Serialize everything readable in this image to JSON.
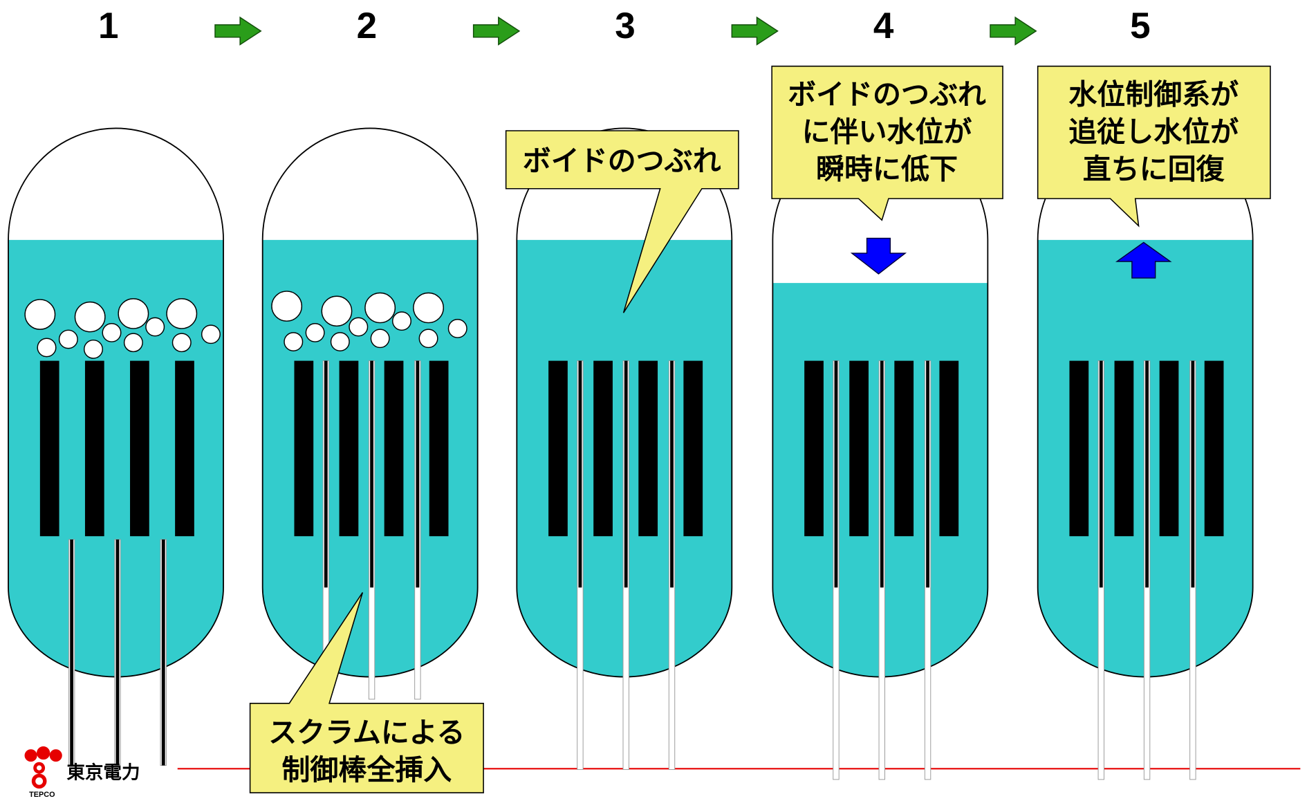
{
  "colors": {
    "water": "#33CCCC",
    "callout": "#F5F080",
    "step_arrow": "#2A9D1A",
    "level_arrow": "#0000FF",
    "baseline": "#E60000",
    "logo": "#E60000"
  },
  "icons": {
    "step_arrow": "right-arrow-icon",
    "level_down": "down-arrow-icon",
    "level_up": "up-arrow-icon"
  },
  "steps": [
    {
      "label": "1"
    },
    {
      "label": "2"
    },
    {
      "label": "3"
    },
    {
      "label": "4"
    },
    {
      "label": "5"
    }
  ],
  "callouts": {
    "scram": {
      "lines": [
        "スクラムによる",
        "制御棒全挿入"
      ]
    },
    "void_collapse": {
      "lines": [
        "ボイドのつぶれ"
      ]
    },
    "level_drop": {
      "lines": [
        "ボイドのつぶれ",
        "に伴い水位が",
        "瞬時に低下"
      ]
    },
    "level_recovery": {
      "lines": [
        "水位制御系が",
        "追従し水位が",
        "直ちに回復"
      ]
    }
  },
  "logo": {
    "name": "東京電力",
    "abbr": "TEPCO"
  }
}
